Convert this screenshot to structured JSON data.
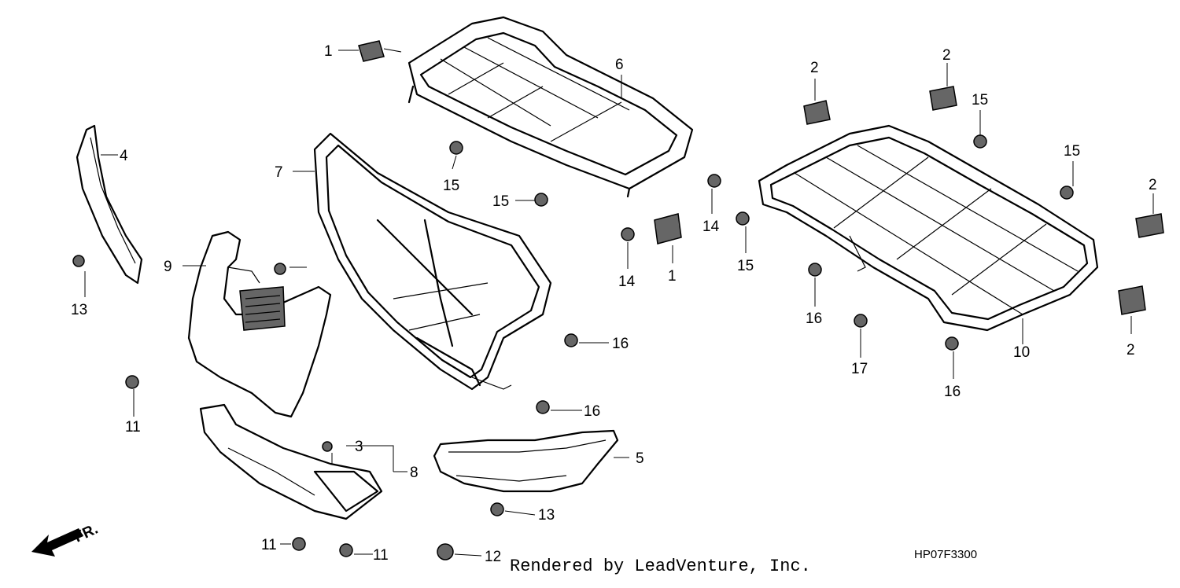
{
  "callouts": [
    {
      "id": "c1a",
      "label": "1"
    },
    {
      "id": "c1b",
      "label": "1"
    },
    {
      "id": "c2a",
      "label": "2"
    },
    {
      "id": "c2b",
      "label": "2"
    },
    {
      "id": "c2c",
      "label": "2"
    },
    {
      "id": "c2d",
      "label": "2"
    },
    {
      "id": "c3",
      "label": "3"
    },
    {
      "id": "c4",
      "label": "4"
    },
    {
      "id": "c5",
      "label": "5"
    },
    {
      "id": "c6",
      "label": "6"
    },
    {
      "id": "c7",
      "label": "7"
    },
    {
      "id": "c8",
      "label": "8"
    },
    {
      "id": "c9",
      "label": "9"
    },
    {
      "id": "c10",
      "label": "10"
    },
    {
      "id": "c11a",
      "label": "11"
    },
    {
      "id": "c11b",
      "label": "11"
    },
    {
      "id": "c11c",
      "label": "11"
    },
    {
      "id": "c12",
      "label": "12"
    },
    {
      "id": "c13a",
      "label": "13"
    },
    {
      "id": "c13b",
      "label": "13"
    },
    {
      "id": "c14a",
      "label": "14"
    },
    {
      "id": "c14b",
      "label": "14"
    },
    {
      "id": "c15a",
      "label": "15"
    },
    {
      "id": "c15b",
      "label": "15"
    },
    {
      "id": "c15c",
      "label": "15"
    },
    {
      "id": "c15d",
      "label": "15"
    },
    {
      "id": "c15e",
      "label": "15"
    },
    {
      "id": "c16a",
      "label": "16"
    },
    {
      "id": "c16b",
      "label": "16"
    },
    {
      "id": "c16c",
      "label": "16"
    },
    {
      "id": "c16d",
      "label": "16"
    },
    {
      "id": "c17",
      "label": "17"
    }
  ],
  "front_indicator": "FR.",
  "credit": "Rendered by LeadVenture, Inc.",
  "diagram_code": "HP07F3300"
}
